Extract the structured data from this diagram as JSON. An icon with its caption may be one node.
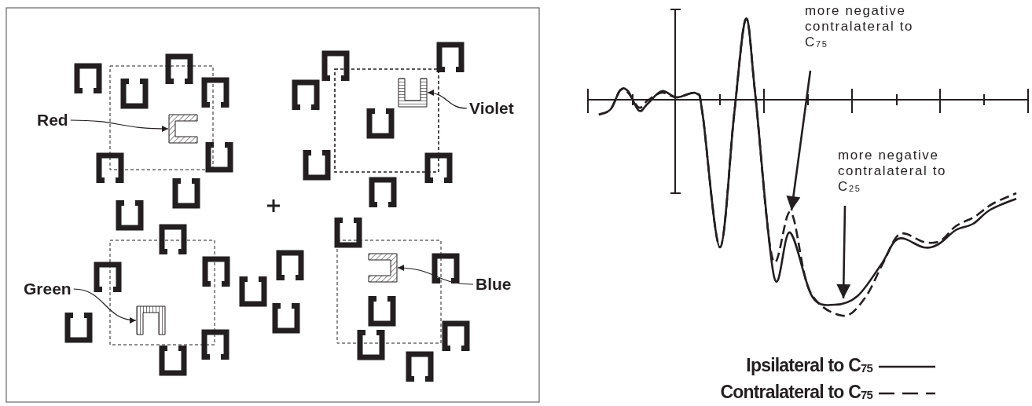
{
  "diagram": {
    "nodes": [
      {
        "text": [
          "Red"
        ]
      },
      {
        "text": [],
        "shape": "box"
      },
      {
        "text": [],
        "shape": "box"
      },
      {
        "text": [
          "Violet"
        ]
      },
      {
        "text": [
          "Green"
        ]
      },
      {
        "text": [],
        "shape": "box"
      },
      {
        "text": [],
        "shape": "box"
      },
      {
        "text": [
          "Blue"
        ]
      },
      {
        "text": [
          "more negative contralateral to C$_{75}$"
        ]
      },
      {
        "text": [
          "more negative contralateral to C$_{25}$"
        ]
      }
    ],
    "edges": [
      {
        "from": 0,
        "to": 1,
        "arrow": "to"
      },
      {
        "from": 3,
        "to": 2,
        "arrow": "to"
      },
      {
        "from": 4,
        "to": 5,
        "arrow": "to"
      },
      {
        "from": 7,
        "to": 6,
        "arrow": "to"
      },
      {
        "from": 8,
        "to": null,
        "arrow": "to"
      },
      {
        "from": 9,
        "to": null,
        "arrow": "to"
      }
    ],
    "legend": [
      {
        "text": "Ipsilateral to C$_{75}$"
      },
      {
        "text": "Contralateral to C$_{75}$"
      }
    ]
  }
}
